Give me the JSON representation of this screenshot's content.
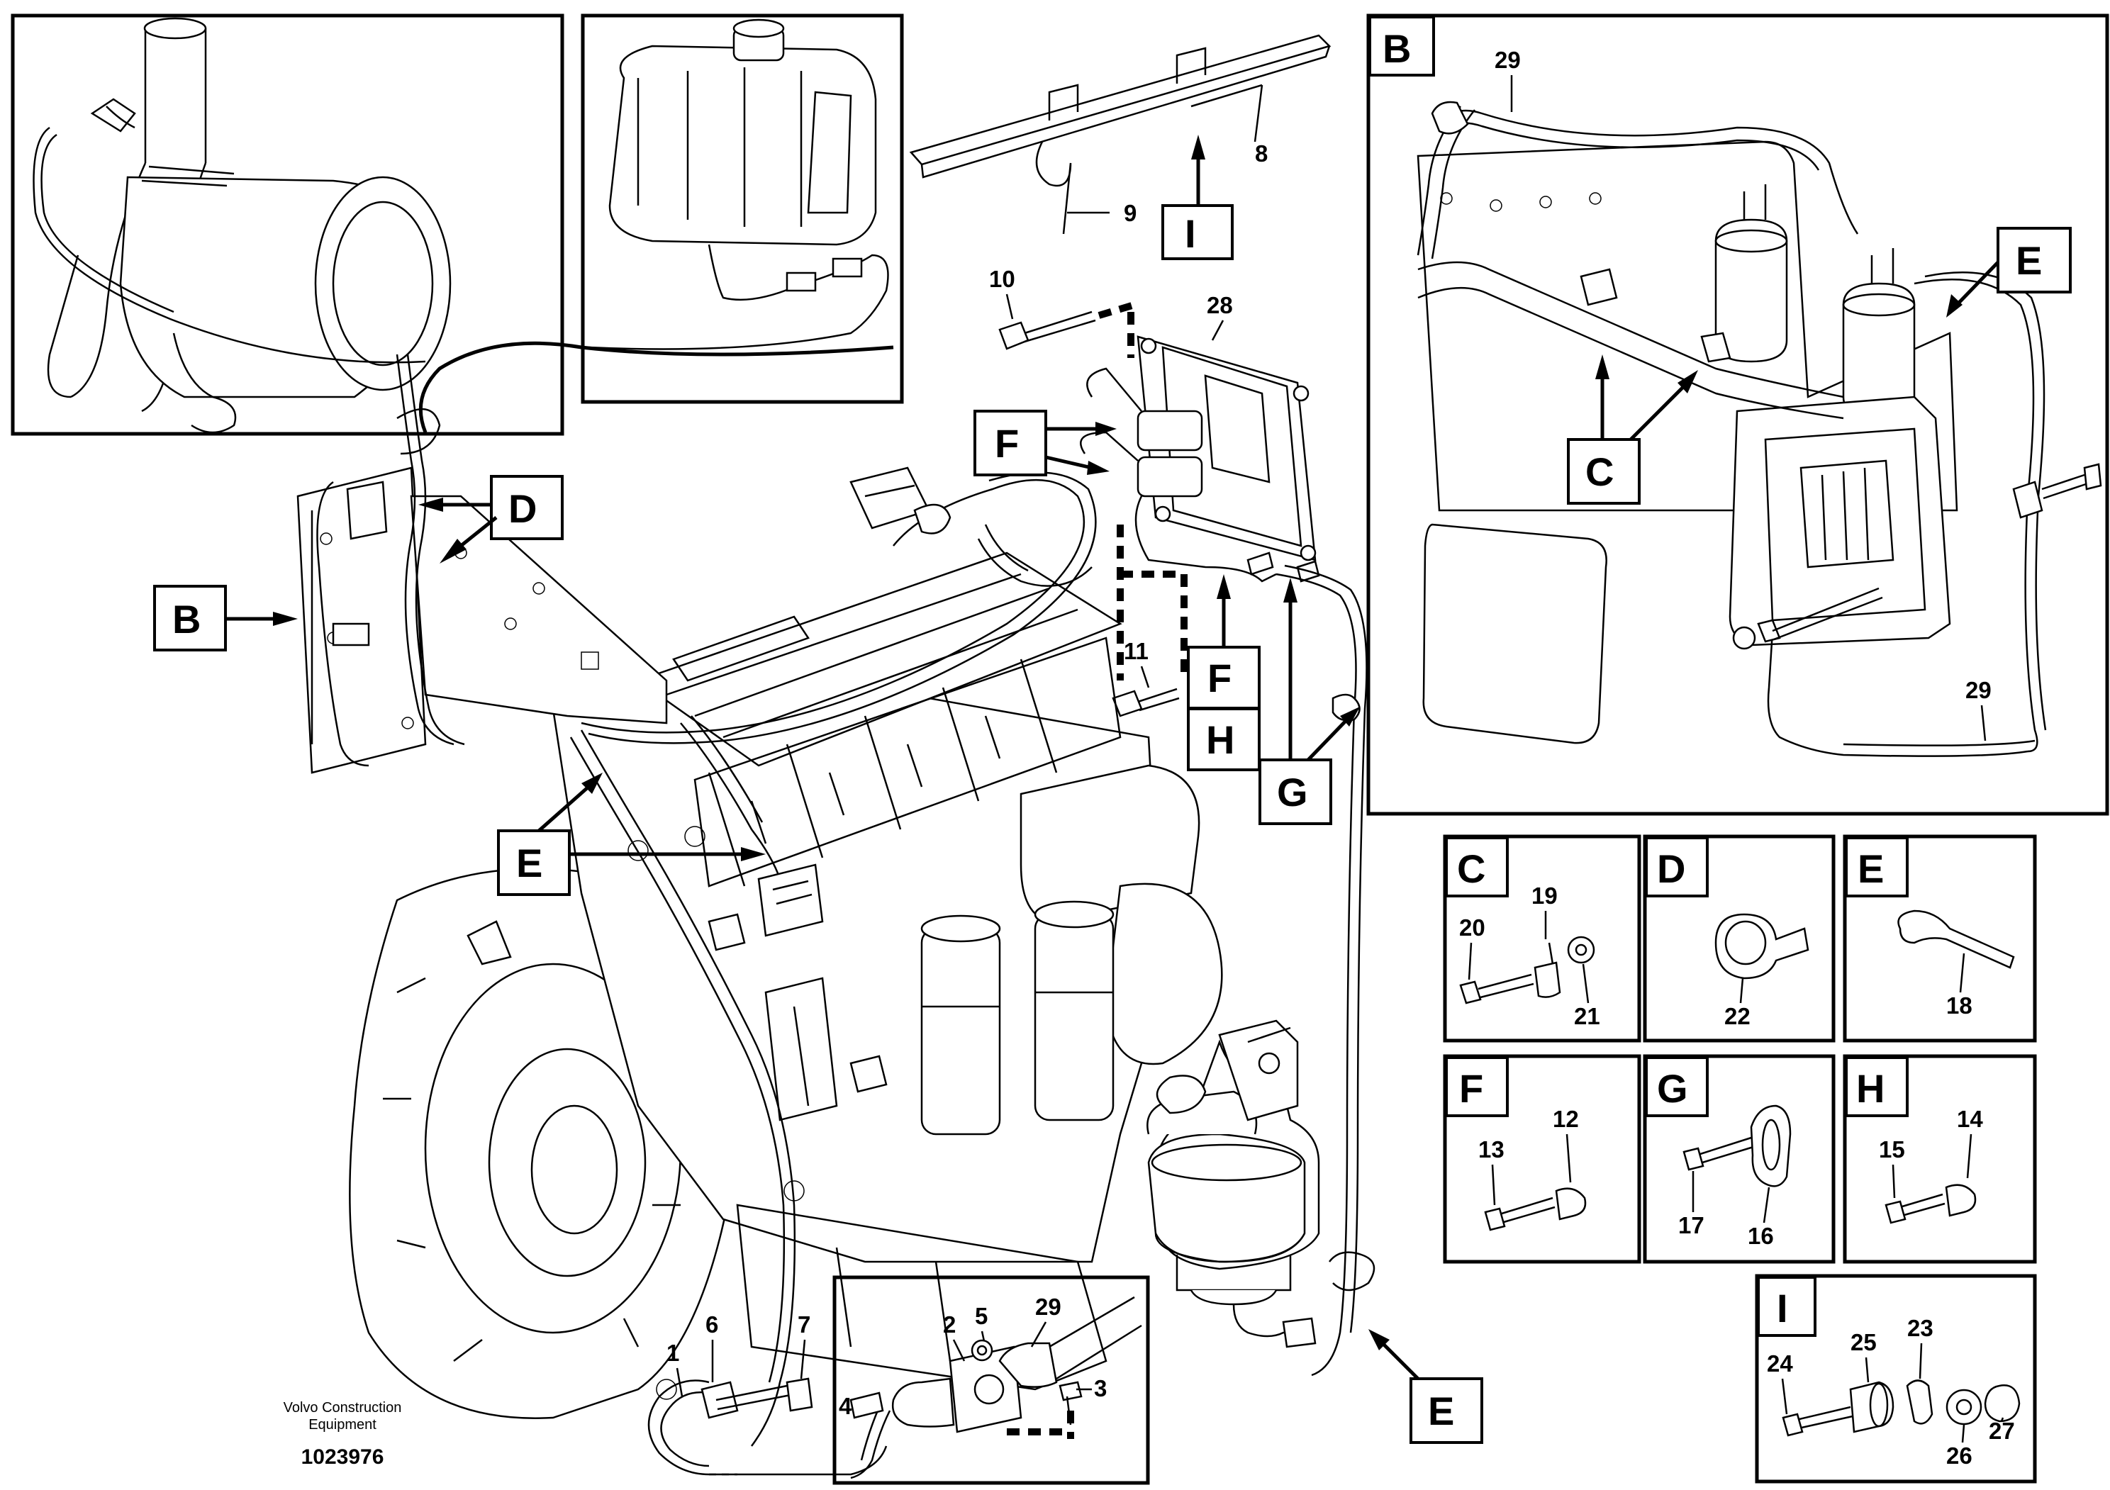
{
  "credit": {
    "line1": "Volvo Construction",
    "line2": "Equipment",
    "doc_id": "1023976"
  },
  "view_letters": {
    "B": "B",
    "C": "C",
    "D": "D",
    "E": "E",
    "F": "F",
    "G": "G",
    "H": "H",
    "I": "I"
  },
  "parts": {
    "p1": "1",
    "p2": "2",
    "p3": "3",
    "p4": "4",
    "p5": "5",
    "p6": "6",
    "p7": "7",
    "p8": "8",
    "p9": "9",
    "p10": "10",
    "p11": "11",
    "p12": "12",
    "p13": "13",
    "p14": "14",
    "p15": "15",
    "p16": "16",
    "p17": "17",
    "p18": "18",
    "p19": "19",
    "p20": "20",
    "p21": "21",
    "p22": "22",
    "p23": "23",
    "p24": "24",
    "p25": "25",
    "p26": "26",
    "p27": "27",
    "p28": "28",
    "p29": "29"
  }
}
